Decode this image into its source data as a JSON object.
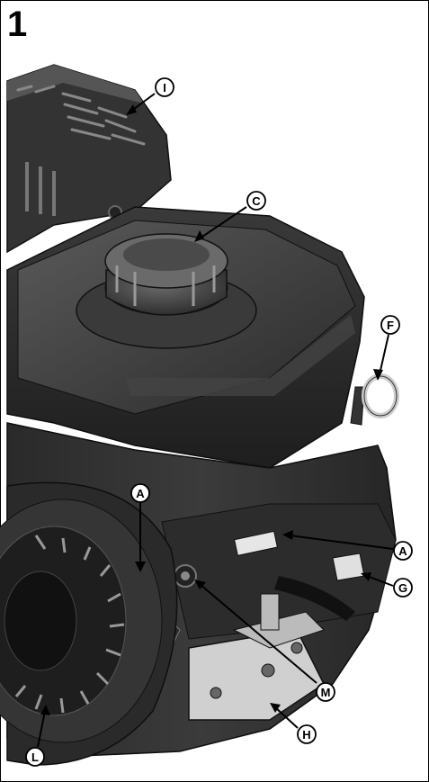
{
  "figure_number": "1",
  "callouts": [
    {
      "id": "I",
      "label": "I"
    },
    {
      "id": "C",
      "label": "C"
    },
    {
      "id": "F",
      "label": "F"
    },
    {
      "id": "A1",
      "label": "A"
    },
    {
      "id": "A2",
      "label": "A"
    },
    {
      "id": "G",
      "label": "G"
    },
    {
      "id": "M",
      "label": "M"
    },
    {
      "id": "H",
      "label": "H"
    },
    {
      "id": "L",
      "label": "L"
    }
  ],
  "colors": {
    "engine_body": "#2f2f2f",
    "engine_highlight": "#555555",
    "engine_dark": "#1a1a1a",
    "callout_stroke": "#000000"
  }
}
